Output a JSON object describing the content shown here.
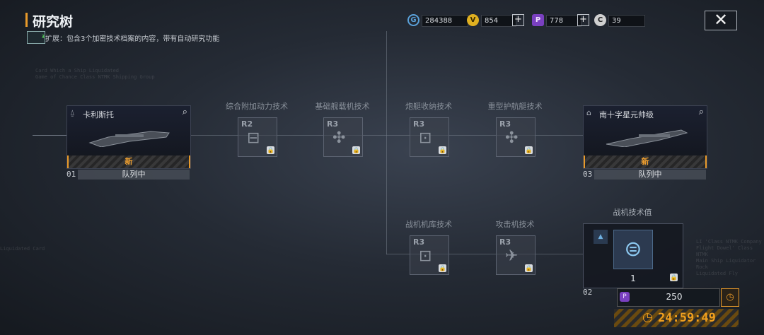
{
  "header": {
    "title": "研究树",
    "subtitle": "扩展：包含3个加密技术档案的内容，带有自动研究功能",
    "subtitle_icon_badge": "3"
  },
  "resources": [
    {
      "icon": "credits-icon",
      "value": "284388",
      "color": "#5aa0d8",
      "has_plus": false
    },
    {
      "icon": "gold-coin-icon",
      "value": "854",
      "color": "#e0b020",
      "has_plus": true
    },
    {
      "icon": "purple-cube-icon",
      "value": "778",
      "color": "#a060e0",
      "has_plus": true
    },
    {
      "icon": "research-chip-icon",
      "value": "39",
      "color": "#d0d0d0",
      "has_plus": false
    }
  ],
  "close_label": "✕",
  "ships": [
    {
      "index": "01",
      "name": "卡利斯托",
      "class_icon": "frigate-class-icon",
      "tag": "新",
      "status": "队列中"
    },
    {
      "index": "03",
      "name": "南十字星元帅级",
      "class_icon": "destroyer-class-icon",
      "tag": "新",
      "status": "队列中"
    }
  ],
  "techs": [
    {
      "label": "综合附加动力技术",
      "rank": "R2",
      "icon": "engine-icon"
    },
    {
      "label": "基础舰载机技术",
      "rank": "R3",
      "icon": "fighter-icon"
    },
    {
      "label": "炮艇收纳技术",
      "rank": "R3",
      "icon": "hangar-icon"
    },
    {
      "label": "重型护航艇技术",
      "rank": "R3",
      "icon": "fighter-icon"
    },
    {
      "label": "战机机库技术",
      "rank": "R3",
      "icon": "hangar-icon"
    },
    {
      "label": "攻击机技术",
      "rank": "R3",
      "icon": "attack-plane-icon"
    }
  ],
  "fighter_value": {
    "index": "02",
    "label": "战机技术值",
    "level": "1"
  },
  "cost": {
    "value": "250",
    "icon": "purple-cube-icon"
  },
  "timer": "24:59:49",
  "accent_color": "#e89a2a"
}
